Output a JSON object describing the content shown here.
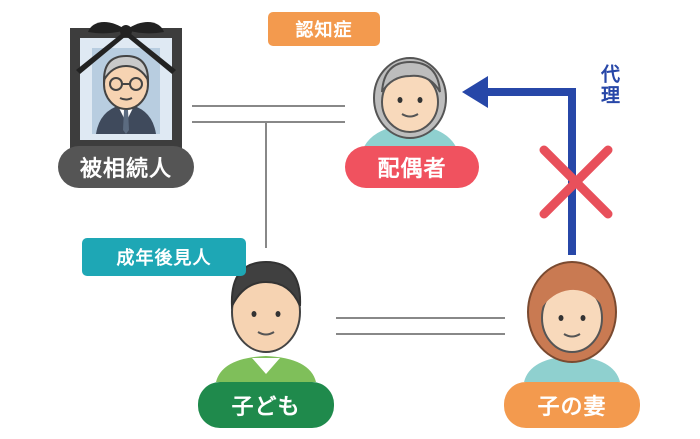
{
  "people": {
    "deceased": {
      "label": "被相続人",
      "color": "#555555"
    },
    "spouse": {
      "label": "配偶者",
      "color": "#f0525f",
      "badge": "認知症",
      "badge_color": "#f39a4e"
    },
    "child": {
      "label": "子ども",
      "color": "#1f8a4c",
      "badge": "成年後見人",
      "badge_color": "#1ea7b5"
    },
    "child_wife": {
      "label": "子の妻",
      "color": "#f39a4e"
    }
  },
  "proxy": {
    "label": "代理",
    "arrow_color": "#2747a8",
    "cross_color": "#e8505b"
  }
}
